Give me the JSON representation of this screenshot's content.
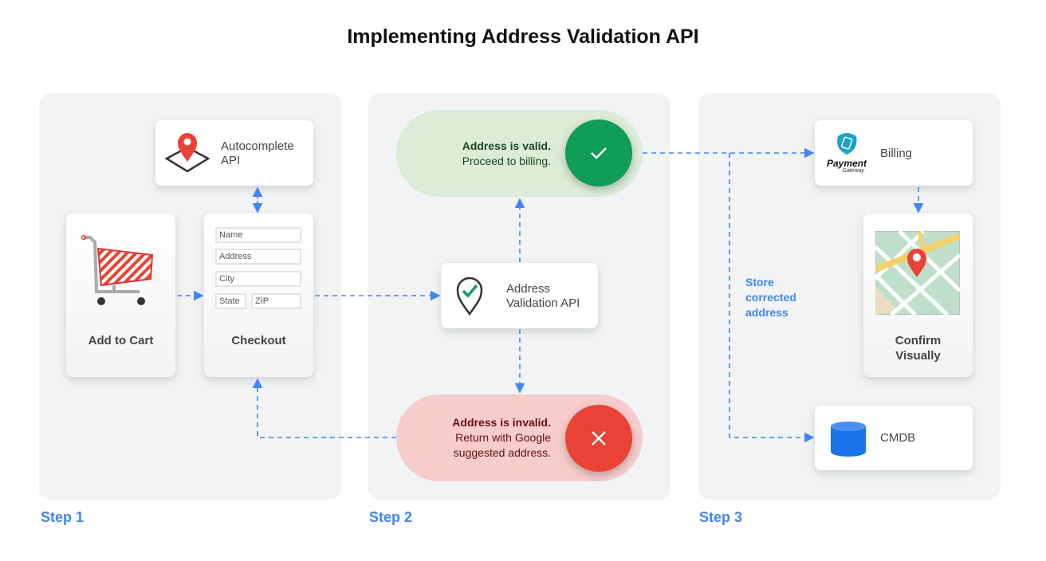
{
  "title": "Implementing Address Validation API",
  "steps": [
    "Step 1",
    "Step 2",
    "Step 3"
  ],
  "step1": {
    "autocomplete": {
      "line1": "Autocomplete",
      "line2": "API",
      "icon": "map-pin-icon"
    },
    "cart": {
      "label": "Add to Cart",
      "icon": "shopping-cart-icon"
    },
    "checkout": {
      "label": "Checkout",
      "fields": {
        "name": "Name",
        "address": "Address",
        "city": "City",
        "state": "State",
        "zip": "ZIP"
      }
    }
  },
  "step2": {
    "valid": {
      "title": "Address is valid.",
      "text": "Proceed to billing.",
      "color": "#0f9d58",
      "icon": "checkmark-icon"
    },
    "api": {
      "line1": "Address",
      "line2": "Validation API",
      "icon": "validation-pin-icon"
    },
    "invalid": {
      "title": "Address is invalid.",
      "line1": "Return with Google",
      "line2": "suggested address.",
      "color": "#ea4335",
      "icon": "x-icon"
    }
  },
  "step3": {
    "billing": {
      "label": "Billing",
      "logo": "Payment Gateway"
    },
    "confirm": {
      "line1": "Confirm",
      "line2": "Visually",
      "icon": "map-icon"
    },
    "cmdb": {
      "label": "CMDB",
      "icon": "database-icon"
    },
    "store": {
      "line1": "Store",
      "line2": "corrected",
      "line3": "address"
    }
  },
  "colors": {
    "accent": "#4285f4",
    "panel": "#f1f3f4",
    "valid_bg": "#dcecd8",
    "invalid_bg": "#f6cccc"
  }
}
